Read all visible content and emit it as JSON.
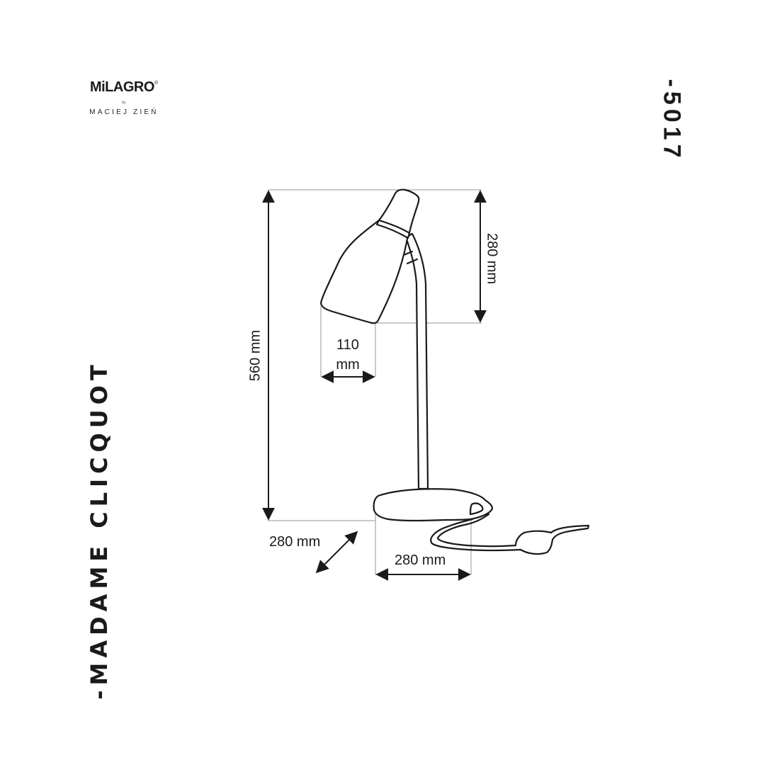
{
  "brand": {
    "name": "MiLAGRO",
    "registered_mark": "®",
    "by": "by",
    "designer": "MACIEJ ZIEŃ"
  },
  "product": {
    "code": "-5017",
    "name": "-MADAME CLICQUOT"
  },
  "dimensions": {
    "total_height": "560 mm",
    "shade_height": "280 mm",
    "shade_width_value": "110",
    "shade_width_unit": "mm",
    "depth": "280 mm",
    "base_width": "280 mm"
  },
  "colors": {
    "line": "#1a1a1a",
    "guide": "#b8b8b8",
    "background": "#ffffff"
  }
}
